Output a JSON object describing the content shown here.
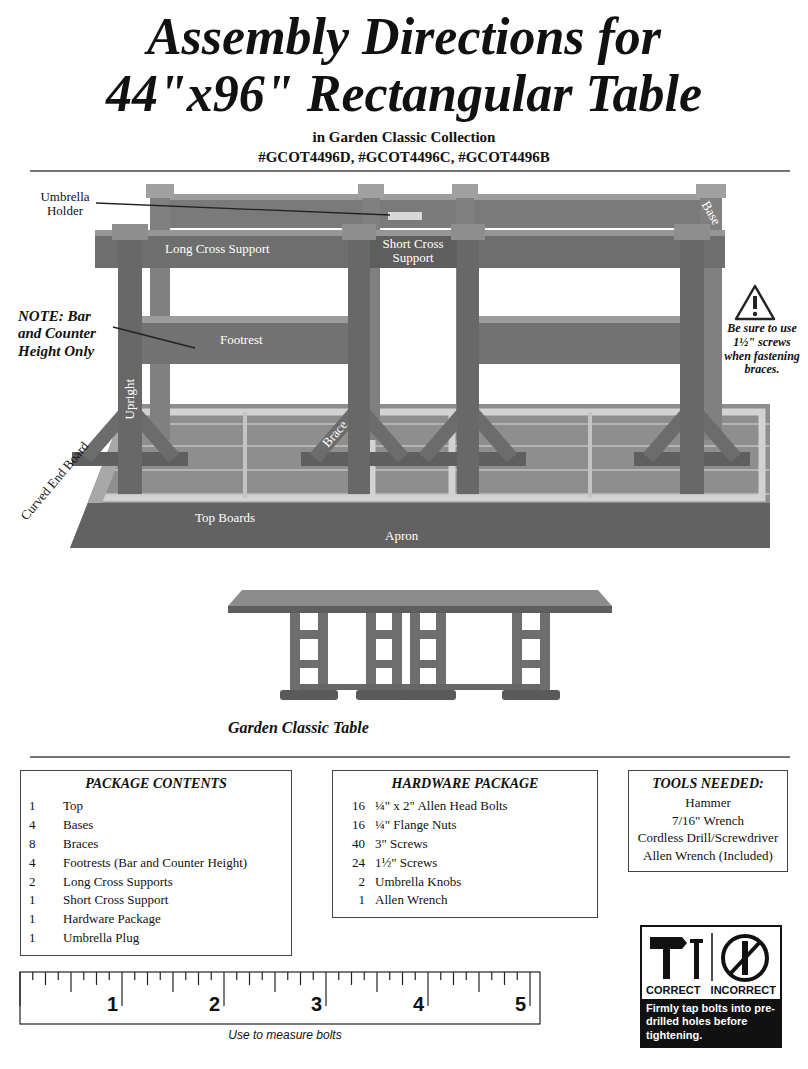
{
  "diagram": {
    "title": "Assembly Directions for 44\"x96\" Rectangular Table",
    "caption": "Garden Classic Table",
    "nodes": [
      {
        "text": [
          "PACKAGE CONTENTS",
          "1",
          "Top",
          "4",
          "Bases",
          "8",
          "Braces",
          "4",
          "Footrests (Bar and Counter Height)",
          "2",
          "Long Cross Supports",
          "1",
          "Short Cross Support",
          "1",
          "Hardware Package",
          "1",
          "Umbrella Plug"
        ]
      },
      {
        "text": [
          "HARDWARE PACKAGE",
          "16",
          "¼\" x 2\" Allen Head Bolts",
          "16",
          "¼\" Flange Nuts",
          "40",
          "3\" Screws",
          "24",
          "1½\" Screws",
          "2",
          "Umbrella Knobs",
          "1",
          "Allen Wrench"
        ]
      },
      {
        "text": [
          "TOOLS NEEDED:",
          "Hammer",
          "7/16\" Wrench",
          "Cordless Drill/Screwdriver",
          "Allen Wrench (Included)"
        ]
      },
      {
        "text": [
          "CORRECT",
          "INCORRECT",
          "Firmly tap bolts into pre-drilled holes before tightening."
        ]
      }
    ],
    "labels": [
      "in Garden Classic Collection",
      "#GCOT4496D, #GCOT4496C, #GCOT4496B",
      "Umbrella Holder",
      "Short Cross Support",
      "Long Cross Support",
      "Base",
      "NOTE: Bar and Counter Height Only",
      "Footrest",
      "Be sure to use 1½\" screws when fastening braces.",
      "Upright",
      "Curved End Board",
      "Brace",
      "Top Boards",
      "Apron",
      "1",
      "2",
      "3",
      "4",
      "5",
      "Use to measure bolts"
    ]
  }
}
